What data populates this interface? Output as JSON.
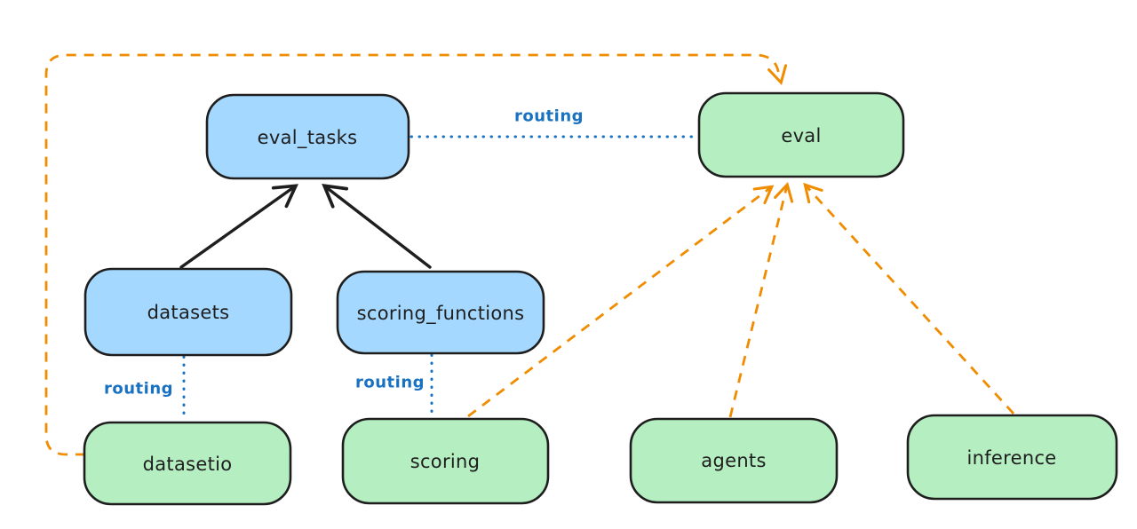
{
  "diagram": {
    "background": "#ffffff",
    "nodes": [
      {
        "id": "eval_tasks",
        "label": "eval_tasks",
        "fill": "#a5d8ff",
        "stroke": "#1e1e1e",
        "type": "resource"
      },
      {
        "id": "eval",
        "label": "eval",
        "fill": "#b5eec1",
        "stroke": "#1e1e1e",
        "type": "api"
      },
      {
        "id": "datasets",
        "label": "datasets",
        "fill": "#a5d8ff",
        "stroke": "#1e1e1e",
        "type": "resource"
      },
      {
        "id": "scoring_functions",
        "label": "scoring_functions",
        "fill": "#a5d8ff",
        "stroke": "#1e1e1e",
        "type": "resource"
      },
      {
        "id": "datasetio",
        "label": "datasetio",
        "fill": "#b5eec1",
        "stroke": "#1e1e1e",
        "type": "api"
      },
      {
        "id": "scoring",
        "label": "scoring",
        "fill": "#b5eec1",
        "stroke": "#1e1e1e",
        "type": "api"
      },
      {
        "id": "agents",
        "label": "agents",
        "fill": "#b5eec1",
        "stroke": "#1e1e1e",
        "type": "api"
      },
      {
        "id": "inference",
        "label": "inference",
        "fill": "#b5eec1",
        "stroke": "#1e1e1e",
        "type": "api"
      }
    ],
    "edges": [
      {
        "from": "datasets",
        "to": "eval_tasks",
        "style": "solid",
        "color": "#1e1e1e",
        "arrow": true,
        "label": ""
      },
      {
        "from": "scoring_functions",
        "to": "eval_tasks",
        "style": "solid",
        "color": "#1e1e1e",
        "arrow": true,
        "label": ""
      },
      {
        "from": "eval_tasks",
        "to": "eval",
        "style": "dotted",
        "color": "#1971c2",
        "arrow": false,
        "label": "routing"
      },
      {
        "from": "datasets",
        "to": "datasetio",
        "style": "dotted",
        "color": "#1971c2",
        "arrow": false,
        "label": "routing"
      },
      {
        "from": "scoring_functions",
        "to": "scoring",
        "style": "dotted",
        "color": "#1971c2",
        "arrow": false,
        "label": "routing"
      },
      {
        "from": "datasetio",
        "to": "eval",
        "style": "dashed",
        "color": "#f08c00",
        "arrow": true,
        "label": ""
      },
      {
        "from": "scoring",
        "to": "eval",
        "style": "dashed",
        "color": "#f08c00",
        "arrow": true,
        "label": ""
      },
      {
        "from": "agents",
        "to": "eval",
        "style": "dashed",
        "color": "#f08c00",
        "arrow": true,
        "label": ""
      },
      {
        "from": "inference",
        "to": "eval",
        "style": "dashed",
        "color": "#f08c00",
        "arrow": true,
        "label": ""
      }
    ],
    "colors": {
      "node_stroke": "#1e1e1e",
      "resource_fill_blue": "#a5d8ff",
      "api_fill_green": "#b5eec1",
      "routing_line_blue": "#1971c2",
      "provider_line_orange": "#f08c00",
      "dependency_line_black": "#1e1e1e"
    }
  }
}
